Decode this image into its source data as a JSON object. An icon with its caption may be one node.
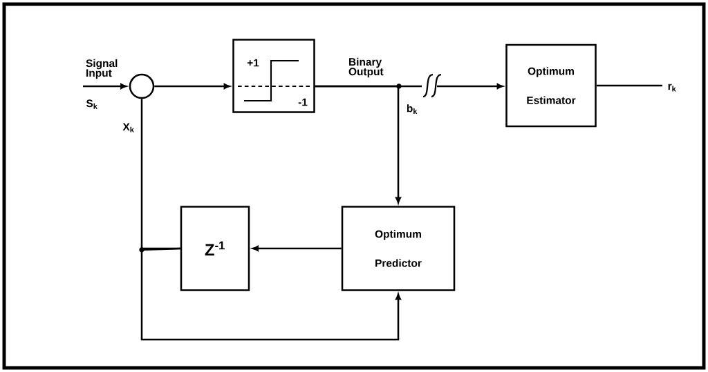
{
  "diagram": {
    "nodes": [
      {
        "text": [],
        "shape": "circle"
      },
      {
        "text": [
          "+1",
          "-1"
        ]
      },
      {
        "text": [
          "Optimum Estimator"
        ]
      },
      {
        "text": [
          "Z$^{-1}$"
        ]
      },
      {
        "text": [
          "Optimum Predictor"
        ]
      }
    ],
    "edges": [
      {
        "from": null,
        "to": 0,
        "arrow": "to",
        "label": "Signal Input"
      },
      {
        "from": 0,
        "to": 1,
        "arrow": "to"
      },
      {
        "from": 1,
        "to": 2,
        "arrow": "to",
        "label": "Binary Output"
      },
      {
        "from": 1,
        "to": 4,
        "arrow": "to",
        "label": "b$_{k}$"
      },
      {
        "from": 4,
        "to": 3,
        "arrow": "to"
      },
      {
        "from": 3,
        "to": 0,
        "arrow": "none",
        "label": "X$_{k}$"
      },
      {
        "from": 3,
        "to": 4,
        "arrow": "to"
      },
      {
        "from": 2,
        "to": null,
        "arrow": "none",
        "label": "r$_{k}$"
      }
    ],
    "labels": [
      "S$_{k}$"
    ]
  }
}
